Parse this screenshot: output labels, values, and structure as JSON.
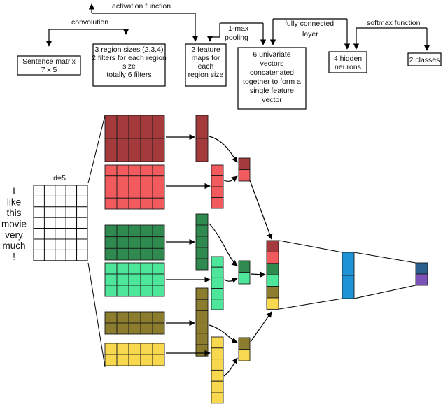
{
  "labels": {
    "sentence_matrix": [
      "Sentence matrix",
      "7 x 5"
    ],
    "region_sizes": [
      "3 region sizes (2,3,4)",
      "2 filters for each region",
      "size",
      "totally 6 filters"
    ],
    "feature_maps": [
      "2 feature",
      "maps for",
      "each",
      "region size"
    ],
    "univariate": [
      "6 univariate",
      "vectors",
      "concatenated",
      "together to form a",
      "single feature",
      "vector"
    ],
    "hidden": [
      "4 hidden",
      "neurons"
    ],
    "classes": [
      "2 classes"
    ],
    "convolution": "convolution",
    "activation_function": "activation function",
    "max_pooling": [
      "1-max",
      "pooling"
    ],
    "fully_connected": [
      "fully connected",
      "layer"
    ],
    "softmax_function": "softmax function",
    "dimension": "d=5",
    "sentence_words": [
      "I",
      "like",
      "this",
      "movie",
      "very",
      "much",
      "!"
    ]
  },
  "colors": {
    "dark_red": "#a43a3c",
    "red": "#f15b5e",
    "dark_green": "#2e8a4f",
    "mint": "#4de69b",
    "olive": "#8c7c2e",
    "yellow": "#f7d84e",
    "blue": "#1e93d6",
    "navy": "#2b5f8c",
    "purple": "#7b52b6"
  },
  "structure": {
    "sentence_rows": 7,
    "embedding_dim": 5,
    "filters": [
      {
        "region_size": 4,
        "color": "dark_red",
        "feature_map_len": 4
      },
      {
        "region_size": 4,
        "color": "red",
        "feature_map_len": 4
      },
      {
        "region_size": 3,
        "color": "dark_green",
        "feature_map_len": 5
      },
      {
        "region_size": 3,
        "color": "mint",
        "feature_map_len": 5
      },
      {
        "region_size": 2,
        "color": "olive",
        "feature_map_len": 6
      },
      {
        "region_size": 2,
        "color": "yellow",
        "feature_map_len": 6
      }
    ],
    "concat_colors": [
      "dark_red",
      "red",
      "dark_green",
      "mint",
      "olive",
      "yellow"
    ],
    "hidden_neurons": 4,
    "output_colors": [
      "navy",
      "purple"
    ]
  }
}
